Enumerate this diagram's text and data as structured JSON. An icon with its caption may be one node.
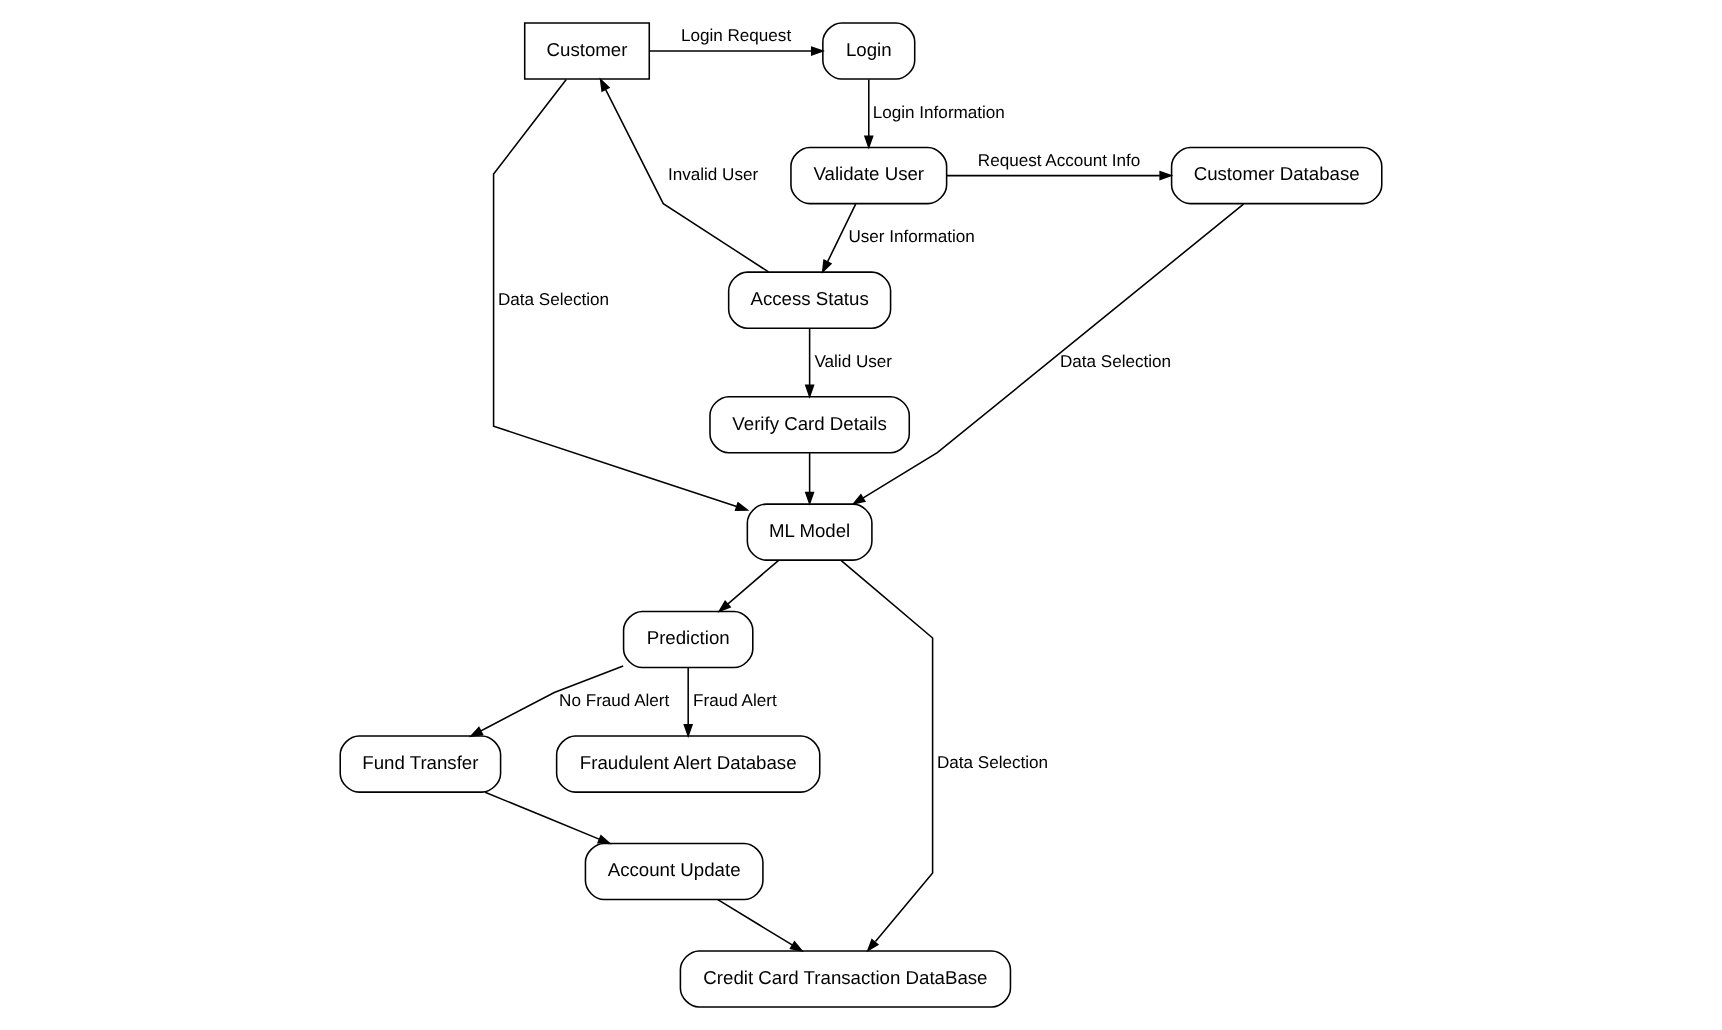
{
  "diagram": {
    "nodes": [
      {
        "text": [
          "Customer"
        ]
      },
      {
        "text": [
          "Login"
        ]
      },
      {
        "text": [
          "Validate User"
        ]
      },
      {
        "text": [
          "Customer Database"
        ]
      },
      {
        "text": [
          "Access Status"
        ]
      },
      {
        "text": [
          "Credit Card Transaction DataBase"
        ]
      },
      {
        "text": [
          "Verify Card Details"
        ]
      },
      {
        "text": [
          "Account Update"
        ]
      },
      {
        "text": [
          "Fund Transfer"
        ]
      },
      {
        "text": [
          "ML Model"
        ]
      },
      {
        "text": [
          "Fraudulent Alert Database"
        ]
      },
      {
        "text": [
          "Prediction"
        ]
      }
    ],
    "edges": [
      {
        "from": 0,
        "to": 1,
        "arrow": "to",
        "label": "Login Request"
      },
      {
        "from": 1,
        "to": 2,
        "arrow": "to",
        "label": "Login Information"
      },
      {
        "from": 2,
        "to": 3,
        "arrow": "to",
        "label": "Request Account Info"
      },
      {
        "from": 2,
        "to": 4,
        "arrow": "to",
        "label": "User Information"
      },
      {
        "from": 4,
        "to": 0,
        "arrow": "to",
        "label": "Invalid User"
      },
      {
        "from": 4,
        "to": 6,
        "arrow": "to",
        "label": "Valid User"
      },
      {
        "from": 6,
        "to": 9,
        "arrow": "to"
      },
      {
        "from": 3,
        "to": 9,
        "arrow": "to",
        "label": "Data Selection"
      },
      {
        "from": 0,
        "to": 9,
        "arrow": "to",
        "label": "Data Selection"
      },
      {
        "from": 9,
        "to": 5,
        "arrow": "to",
        "label": "Data Selection"
      },
      {
        "from": 8,
        "to": 7,
        "arrow": "to"
      },
      {
        "from": 7,
        "to": 5,
        "arrow": "to"
      },
      {
        "from": 9,
        "to": 11,
        "arrow": "to"
      },
      {
        "from": 11,
        "to": 8,
        "arrow": "to",
        "label": "No Fraud Alert"
      },
      {
        "from": 11,
        "to": 10,
        "arrow": "to",
        "label": "Fraud Alert"
      }
    ]
  }
}
